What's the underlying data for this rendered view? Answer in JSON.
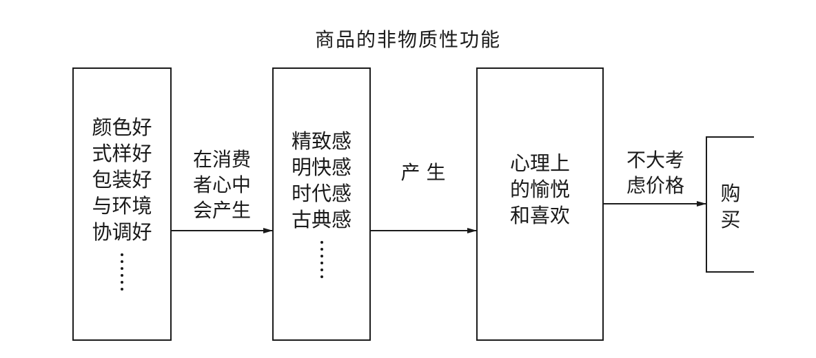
{
  "title": "商品的非物质性功能",
  "boxes": {
    "box1": {
      "text": "颜色好\n式样好\n包装好\n与环境\n协调好",
      "dots": "……"
    },
    "box2": {
      "text": "精致感\n明快感\n时代感\n古典感",
      "dots": "……"
    },
    "box3": {
      "text": "心理上\n的愉悦\n和喜欢"
    },
    "box4": {
      "text": "购\n买"
    }
  },
  "arrows": {
    "arrow1": {
      "label": "在消费\n者心中\n会产生"
    },
    "arrow2": {
      "label": "产  生"
    },
    "arrow3": {
      "label": "不大考\n虑价格"
    }
  }
}
